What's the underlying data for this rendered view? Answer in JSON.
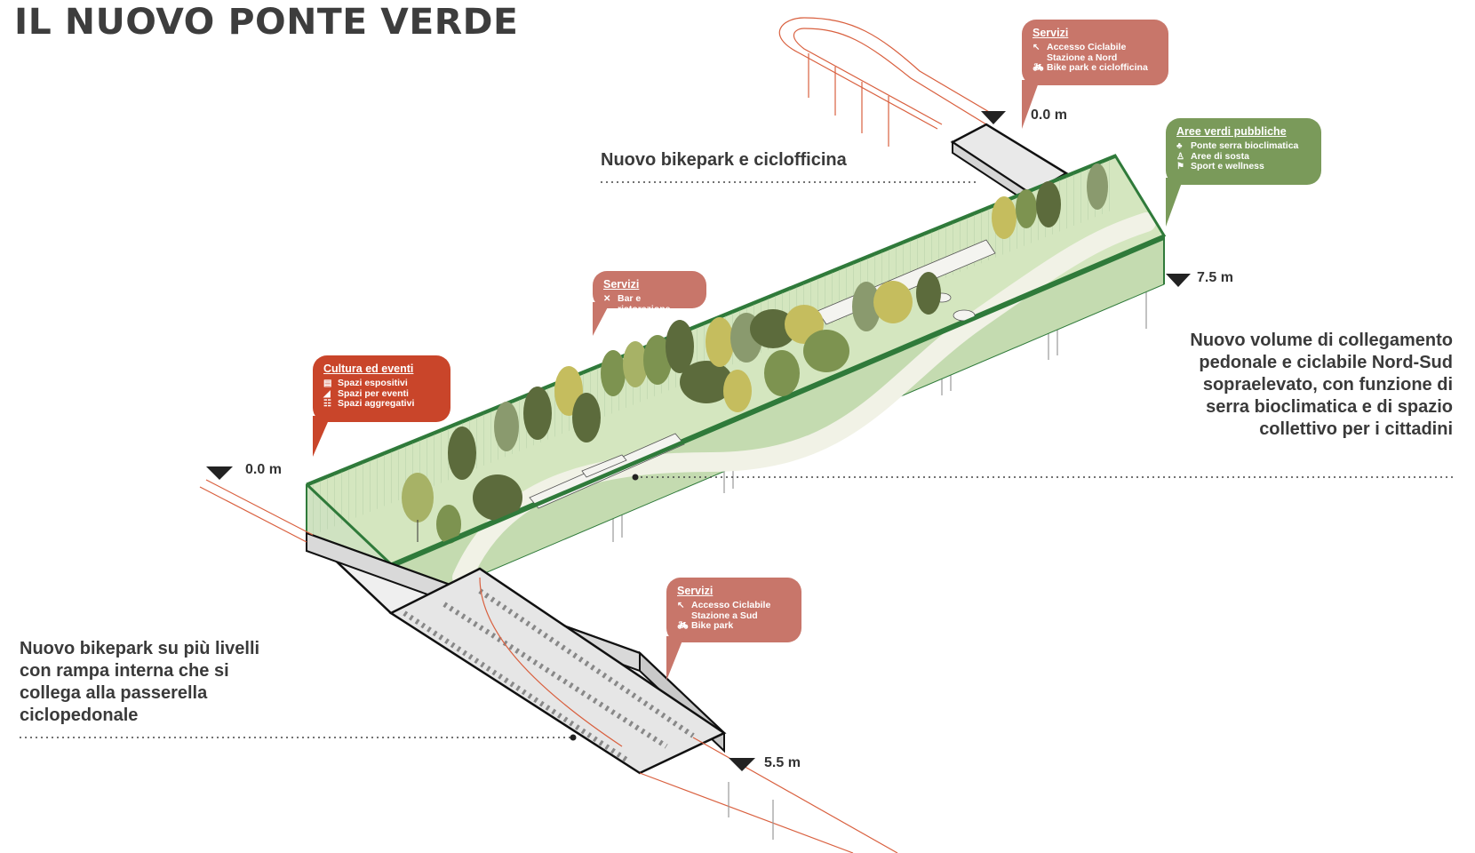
{
  "title": "IL NUOVO PONTE VERDE",
  "colors": {
    "glass_frame": "#2f7a3a",
    "park_floor": "#cfe0b8",
    "path": "#eef0e4",
    "ramp": "#d9603f",
    "callout_services": "#c8766a",
    "callout_green": "#7a9a5a",
    "callout_culture": "#c9452a",
    "trees": [
      "#5c6b3c",
      "#7d9350",
      "#a7b266",
      "#c5bd5e",
      "#8a9a6e"
    ]
  },
  "callouts": {
    "servizi_nord": {
      "heading": "Servizi",
      "items": [
        {
          "icon": "arrow-nw-icon",
          "text": "Accesso Ciclabile Stazione a Nord"
        },
        {
          "icon": "bike-icon",
          "text": "Bike park e ciclofficina"
        }
      ]
    },
    "aree_verdi": {
      "heading": "Aree verdi pubbliche",
      "items": [
        {
          "icon": "tree-icon",
          "text": "Ponte serra bioclimatica"
        },
        {
          "icon": "bench-icon",
          "text": "Aree di sosta"
        },
        {
          "icon": "runner-icon",
          "text": "Sport e wellness"
        }
      ]
    },
    "servizi_bar": {
      "heading": "Servizi",
      "items": [
        {
          "icon": "cutlery-icon",
          "text": "Bar e ristorazione"
        }
      ]
    },
    "cultura": {
      "heading": "Cultura ed eventi",
      "items": [
        {
          "icon": "easel-icon",
          "text": "Spazi espositivi"
        },
        {
          "icon": "megaphone-icon",
          "text": "Spazi per eventi"
        },
        {
          "icon": "people-icon",
          "text": "Spazi aggregativi"
        }
      ]
    },
    "servizi_sud": {
      "heading": "Servizi",
      "items": [
        {
          "icon": "arrow-nw-icon",
          "text": "Accesso Ciclabile Stazione a Sud"
        },
        {
          "icon": "bike-icon",
          "text": "Bike park"
        }
      ]
    }
  },
  "notes": {
    "bikepark_nord": "Nuovo bikepark e ciclofficina",
    "volume": "Nuovo volume di collegamento  pedonale e ciclabile Nord-Sud sopraelevato, con funzione di serra bioclimatica e di spazio collettivo per i cittadini",
    "bikepark_sud": "Nuovo bikepark su più livelli con rampa interna che si collega alla passerella ciclopedonale"
  },
  "levels": {
    "north_top": "0.0 m",
    "east": "7.5 m",
    "west": "0.0 m",
    "south": "5.5 m"
  }
}
